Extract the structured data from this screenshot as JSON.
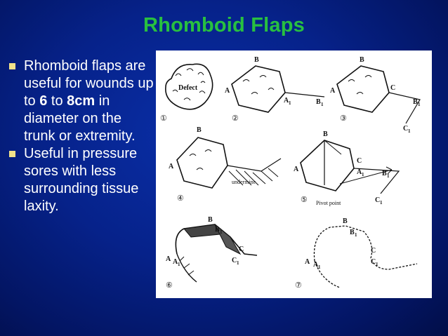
{
  "slide": {
    "title": "Rhomboid Flaps",
    "bullets": [
      {
        "parts": [
          {
            "text": "Rhomboid flaps are useful for wounds up to ",
            "bold": false
          },
          {
            "text": "6",
            "bold": true
          },
          {
            "text": " to ",
            "bold": false
          },
          {
            "text": "8cm",
            "bold": true
          },
          {
            "text": " in diameter on the trunk or extremity.",
            "bold": false
          }
        ]
      },
      {
        "parts": [
          {
            "text": "Useful in pressure sores with less surrounding tissue laxity.",
            "bold": false
          }
        ]
      }
    ]
  },
  "figure": {
    "labels": {
      "defect": "Defect",
      "undermine": "undermine",
      "pivot": "Pivot point",
      "A": "A",
      "B": "B",
      "C": "C",
      "sub1": "1"
    },
    "steps": [
      "①",
      "②",
      "③",
      "④",
      "⑤",
      "⑥",
      "⑦"
    ]
  }
}
